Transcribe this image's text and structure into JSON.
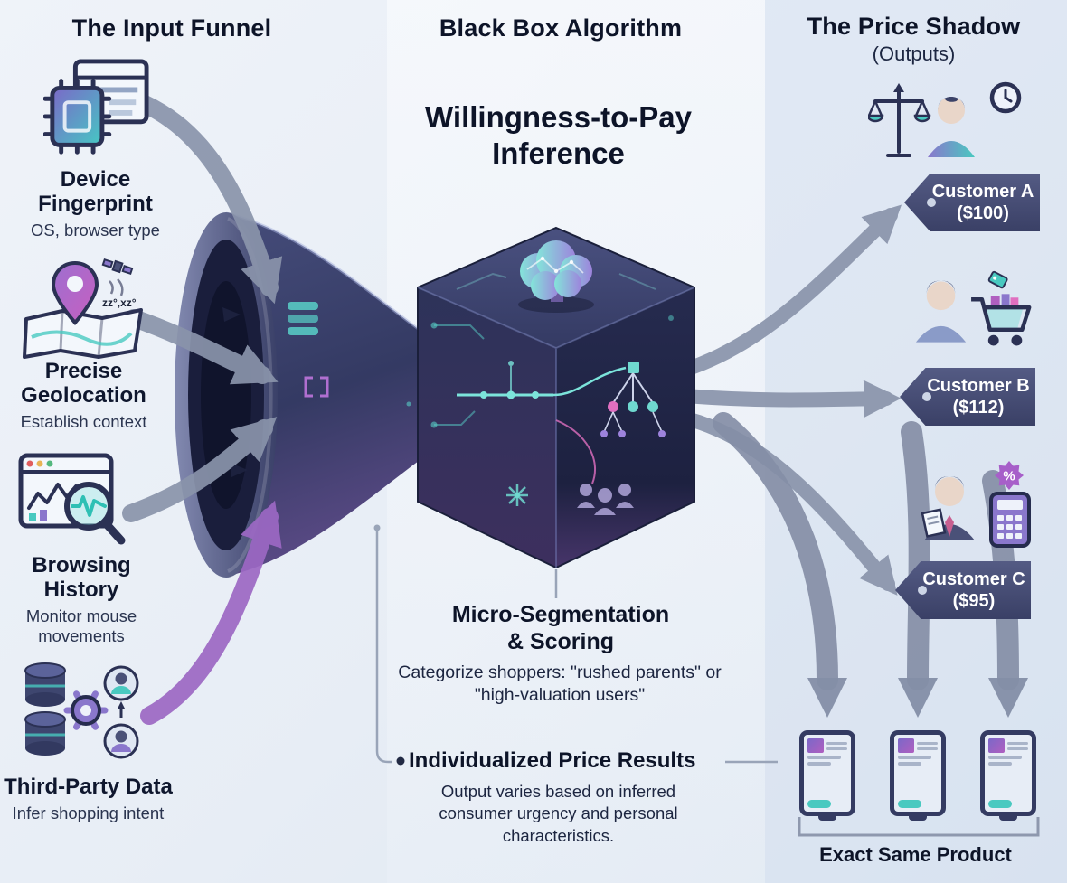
{
  "colors": {
    "navy": "#343a5f",
    "teal": "#5ad0c8",
    "purple": "#8a77cc",
    "magenta": "#b05fc0",
    "arrow_gray": "#8a94ab",
    "tag_fill": "#454c77",
    "text_dark": "#0d1428"
  },
  "icons": {
    "input_1": "chip-browser-icon",
    "input_2": "map-pin-satellite-icon",
    "input_3": "browser-magnifier-icon",
    "input_4": "database-people-icon",
    "center": "brain-cube-icon",
    "customer_a": "scales-woman-clock-icon",
    "customer_b": "shopper-cart-icon",
    "customer_c": "buyer-calculator-percent-icon",
    "outputs": "tablet-product-icon"
  },
  "left": {
    "title": "The Input Funnel",
    "items": [
      {
        "label": "Device Fingerprint",
        "sub": "OS, browser type"
      },
      {
        "label": "Precise Geolocation",
        "sub": "Establish context",
        "coords": "zz°,xz°"
      },
      {
        "label": "Browsing History",
        "sub": "Monitor mouse movements"
      },
      {
        "label": "Third-Party Data",
        "sub": "Infer shopping intent"
      }
    ]
  },
  "center": {
    "title": "Black Box Algorithm",
    "heading": "Willingness-to-Pay Inference",
    "micro_title": "Micro-Segmentation & Scoring",
    "micro_body": "Categorize shoppers: \"rushed parents\" or \"high-valuation users\"",
    "results_title": "Individualized Price Results",
    "results_body": "Output varies based on inferred consumer urgency and personal characteristics."
  },
  "right": {
    "title": "The Price Shadow",
    "subtitle": "(Outputs)",
    "customers": [
      {
        "name": "Customer A",
        "price": "($100)"
      },
      {
        "name": "Customer B",
        "price": "($112)"
      },
      {
        "name": "Customer C",
        "price": "($95)"
      }
    ],
    "percent_badge": "%",
    "footer": "Exact Same Product"
  }
}
